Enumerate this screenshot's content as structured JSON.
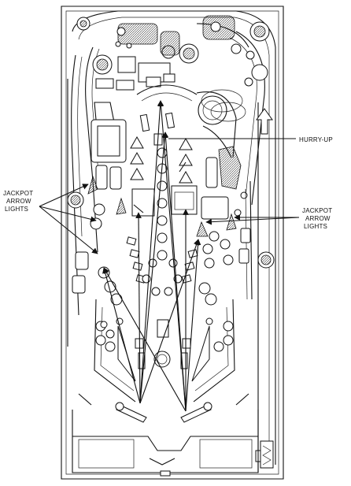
{
  "labels": {
    "hurry_up": "HURRY-UP",
    "jackpot_left": [
      "JACKPOT",
      "ARROW",
      "LIGHTS"
    ],
    "jackpot_right": [
      "JACKPOT",
      "ARROW",
      "LIGHTS"
    ]
  }
}
